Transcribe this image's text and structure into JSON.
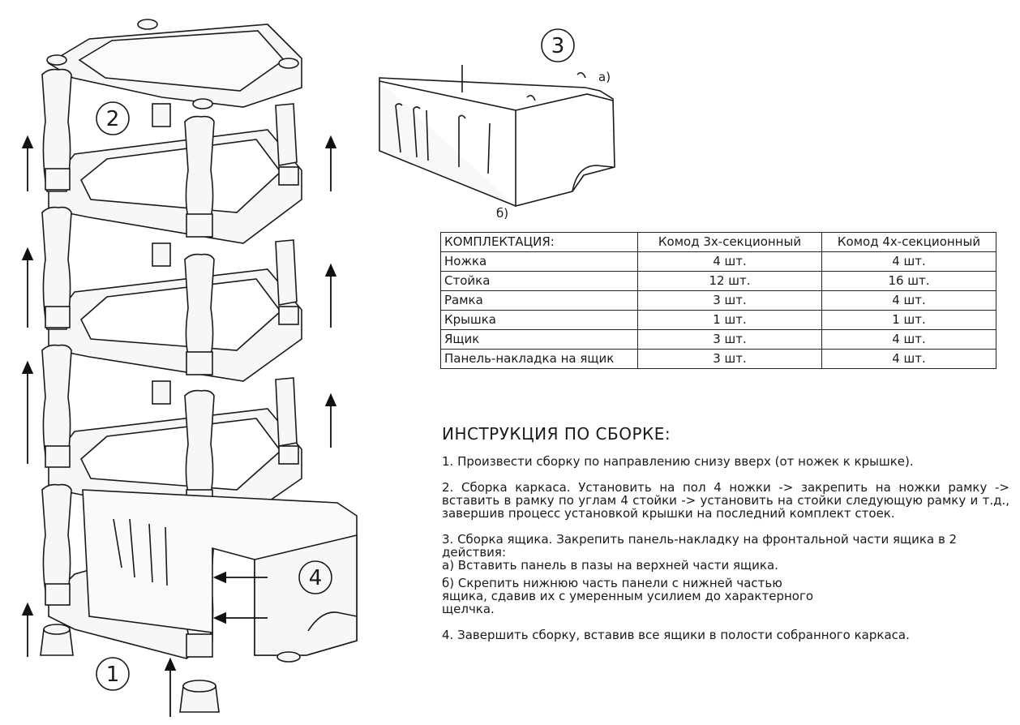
{
  "figure": {
    "steps": [
      "1",
      "2",
      "3",
      "4"
    ],
    "drawer_labels": {
      "a": "а)",
      "b": "б)"
    }
  },
  "table": {
    "headers": [
      "КОМПЛЕКТАЦИЯ:",
      "Комод 3х-секционный",
      "Комод 4х-секционный"
    ],
    "rows": [
      [
        "Ножка",
        "4 шт.",
        "4 шт."
      ],
      [
        "Стойка",
        "12 шт.",
        "16 шт."
      ],
      [
        "Рамка",
        "3 шт.",
        "4 шт."
      ],
      [
        "Крышка",
        "1 шт.",
        "1 шт."
      ],
      [
        "Ящик",
        "3 шт.",
        "4 шт."
      ],
      [
        "Панель-накладка на ящик",
        "3 шт.",
        "4 шт."
      ]
    ]
  },
  "instructions": {
    "title": "ИНСТРУКЦИЯ ПО СБОРКЕ:",
    "step1": "1. Произвести сборку по направлению снизу вверх (от ножек к крышке).",
    "step2": "2. Сборка каркаса. Установить на пол 4 ножки -> закрепить на ножки рамку -> вставить в рамку по углам 4 стойки -> установить на стойки следующую рамку и т.д., завершив процесс установкой крышки на последний комплект стоек.",
    "step3_intro": "3. Сборка ящика. Закрепить панель-накладку на фронтальной части ящика в 2 действия:",
    "step3_a": "а) Вставить панель в пазы на верхней части ящика.",
    "step3_b": "б) Скрепить нижнюю часть панели с нижней частью ящика, сдавив их с умеренным усилием до характерного щелчка.",
    "step4": "4. Завершить сборку, вставив все ящики в полости собранного каркаса."
  }
}
